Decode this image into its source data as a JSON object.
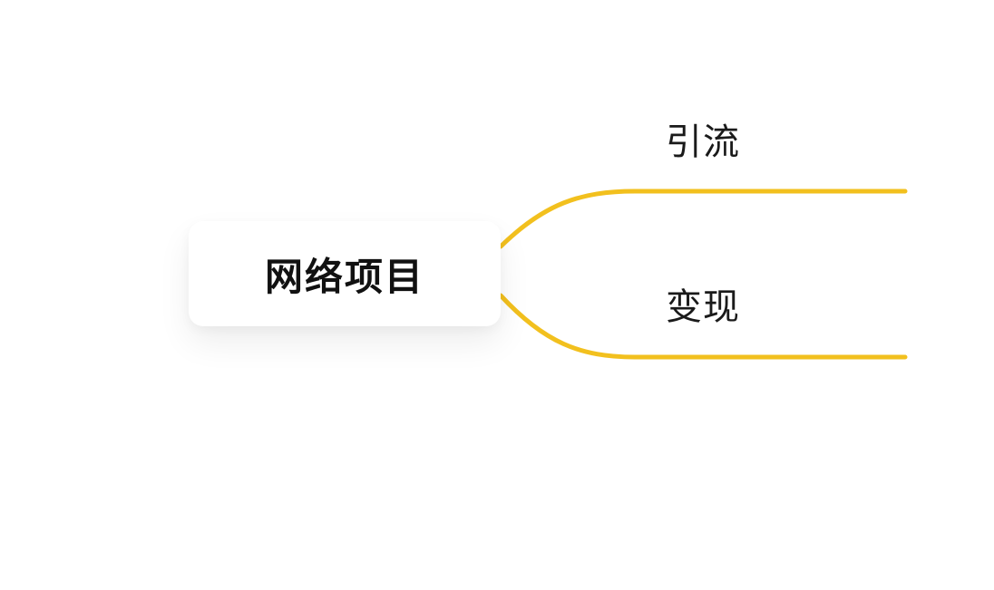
{
  "mindmap": {
    "root": {
      "label": "网络项目"
    },
    "branches": [
      {
        "label": "引流"
      },
      {
        "label": "变现"
      }
    ],
    "line_color": "#F2C01E"
  }
}
